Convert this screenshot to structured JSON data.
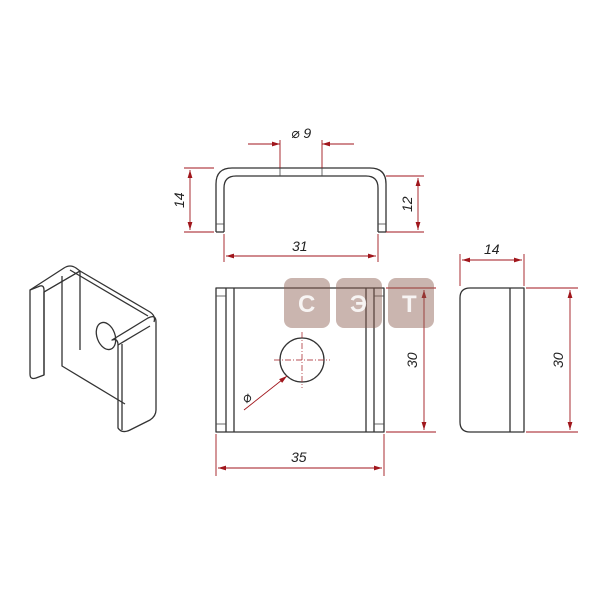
{
  "watermark": {
    "letters": [
      "С",
      "Э",
      "Т"
    ]
  },
  "top_view": {
    "dim_hole_diameter": "9",
    "dim_height_left": "14",
    "dim_height_right": "12",
    "dim_inner_width": "31"
  },
  "front_view": {
    "dim_width": "35",
    "dim_height": "30",
    "hole_label": "⌀"
  },
  "side_view": {
    "dim_width": "14",
    "dim_height": "30"
  },
  "colors": {
    "dimension": "#a0161c",
    "outline": "#333333",
    "watermark": "#8a5a4e"
  }
}
